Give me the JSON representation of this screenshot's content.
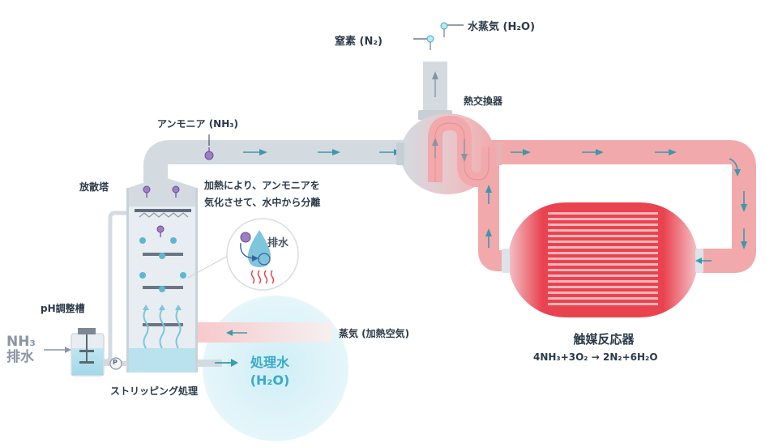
{
  "labels": {
    "nitrogen": "窒素 (N₂)",
    "water_vapor": "水蒸気 (H₂O)",
    "heat_exchanger": "熱交換器",
    "ammonia": "アンモニア (NH₃)",
    "diffusion_tower": "放散塔",
    "heating_note_line1": "加熱により、アンモニアを",
    "heating_note_line2": "気化させて、水中から分離",
    "drain_bubble": "排水",
    "ph_tank": "pH調整槽",
    "nh3": "NH₃",
    "wastewater": "排水",
    "pump": "P",
    "steam": "蒸気 (加熱空気)",
    "treated_water_line1": "処理水",
    "treated_water_line2": "(H₂O)",
    "stripping": "ストリッピング処理",
    "catalytic_reactor": "触媒反応器",
    "reaction_equation": "4NH₃+3O₂ → 2N₂+6H₂O"
  },
  "colors": {
    "pipe_gray": "#d3dbe1",
    "pipe_red": "#f2a9ab",
    "reactor_red": "#ee4a55",
    "arrow_teal": "#3c98ad",
    "water_blue": "#a9dceb",
    "text": "#2b3a4a",
    "molecule_purple": "#7b5aa8"
  }
}
